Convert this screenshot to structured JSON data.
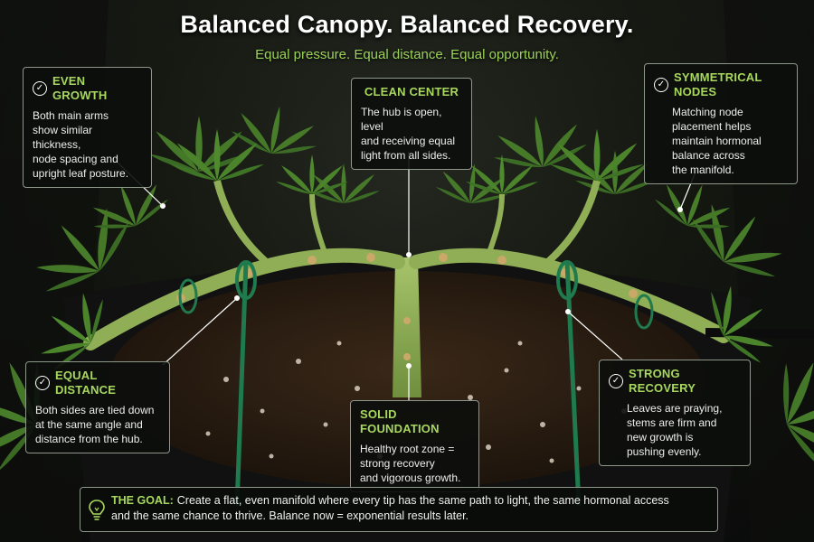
{
  "title": "Balanced Canopy. Balanced Recovery.",
  "subtitle": "Equal pressure. Equal distance. Equal opportunity.",
  "callouts": {
    "even_growth": {
      "heading": "EVEN GROWTH",
      "lines": [
        "Both main arms",
        "show similar thickness,",
        "node spacing and",
        "upright leaf posture."
      ]
    },
    "clean_center": {
      "heading": "CLEAN CENTER",
      "lines": [
        "The hub is open, level",
        "and receiving equal",
        "light from all sides."
      ]
    },
    "symmetrical_nodes": {
      "heading": "SYMMETRICAL NODES",
      "lines": [
        "Matching node",
        "placement helps",
        "maintain hormonal",
        "balance across",
        "the manifold."
      ]
    },
    "equal_distance": {
      "heading": "EQUAL DISTANCE",
      "lines": [
        "Both sides are tied down",
        "at the same angle and",
        "distance from the hub."
      ]
    },
    "solid_foundation": {
      "heading": "SOLID FOUNDATION",
      "lines": [
        "Healthy root zone =",
        "strong recovery",
        "and vigorous growth."
      ]
    },
    "strong_recovery": {
      "heading": "STRONG RECOVERY",
      "lines": [
        "Leaves are praying,",
        "stems are firm and",
        "new growth is",
        "pushing evenly."
      ]
    }
  },
  "goal": {
    "label": "THE GOAL:",
    "line1": "Create a flat, even manifold where every tip has the same path to light, the same hormonal access",
    "line2": "and the same chance to thrive. Balance now = exponential results later."
  },
  "icons": {
    "callout": "check-circle-icon",
    "goal": "lightbulb-icon"
  },
  "colors": {
    "accent": "#a8d85e",
    "subtitle": "#9cd25a",
    "panel": "#0c0e0c",
    "stem": "#7fa24a",
    "clip": "#1f7a4d",
    "soil": "#2a1c13"
  }
}
